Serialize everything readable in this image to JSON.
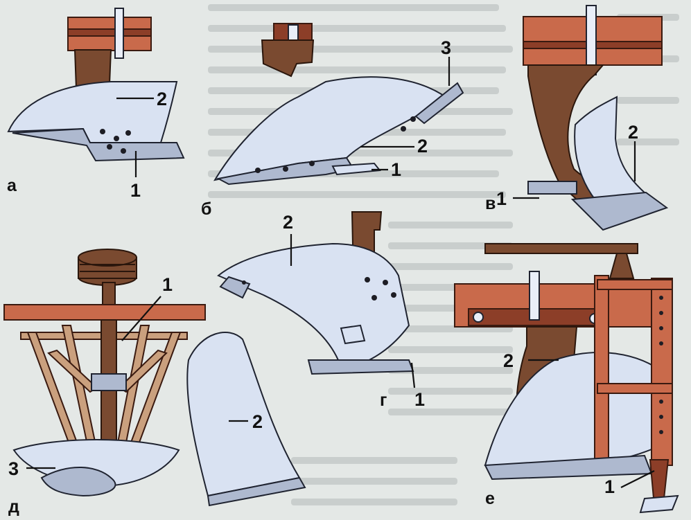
{
  "panels": [
    {
      "id": "a",
      "letter": "а",
      "labels": [
        "1",
        "2"
      ]
    },
    {
      "id": "b",
      "letter": "б",
      "labels": [
        "1",
        "2",
        "3"
      ]
    },
    {
      "id": "v",
      "letter": "в",
      "labels": [
        "1",
        "2"
      ]
    },
    {
      "id": "g",
      "letter": "г",
      "labels": [
        "1",
        "2"
      ]
    },
    {
      "id": "d",
      "letter": "д",
      "labels": [
        "1",
        "2",
        "3"
      ]
    },
    {
      "id": "e",
      "letter": "е",
      "labels": [
        "1",
        "2"
      ]
    }
  ],
  "colors": {
    "wood": "#c96a4b",
    "post": "#7a4a30",
    "metal": "#d9e2f2",
    "background": "#e4e8e6"
  }
}
